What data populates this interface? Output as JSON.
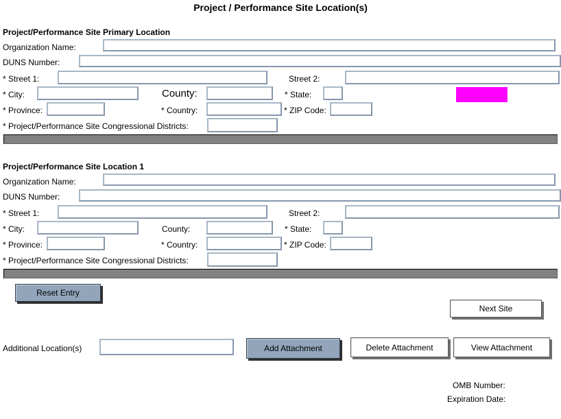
{
  "page_title": "Project / Performance Site Location(s)",
  "field_labels": {
    "organization_name": "Organization Name:",
    "duns_number": "DUNS Number:",
    "street1": "* Street 1:",
    "street2": "Street 2:",
    "city": "* City:",
    "county": "County:",
    "state": "* State:",
    "province": "* Province:",
    "country": "* Country:",
    "zip_code": "* ZIP Code:",
    "congressional_districts": "* Project/Performance Site Congressional Districts:"
  },
  "sections": {
    "primary": {
      "header": "Project/Performance Site Primary Location",
      "values": {
        "organization_name": "",
        "duns_number": "",
        "street1": "",
        "street2": "",
        "city": "",
        "county": "",
        "state": "",
        "province": "",
        "country": "",
        "zip_code": "",
        "congressional_districts": ""
      }
    },
    "location1": {
      "header": "Project/Performance Site Location 1",
      "values": {
        "organization_name": "",
        "duns_number": "",
        "street1": "",
        "street2": "",
        "city": "",
        "county": "",
        "state": "",
        "province": "",
        "country": "",
        "zip_code": "",
        "congressional_districts": ""
      }
    }
  },
  "buttons": {
    "reset_entry": "Reset Entry",
    "next_site": "Next Site",
    "add_attachment": "Add Attachment",
    "delete_attachment": "Delete Attachment",
    "view_attachment": "View  Attachment"
  },
  "additional_locations": {
    "label": "Additional Location(s)",
    "value": ""
  },
  "footer": {
    "omb_number_label": "OMB Number:",
    "expiration_date_label": "Expiration Date:"
  },
  "colors": {
    "highlight_box": "#ff00ff",
    "button_gray": "#92a5ba",
    "divider_gray": "#828282",
    "field_border": "#8696ac"
  }
}
